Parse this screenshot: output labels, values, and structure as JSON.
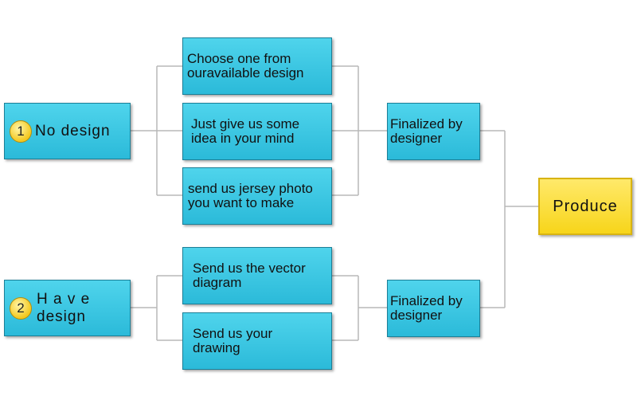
{
  "start_options": [
    {
      "number": "1",
      "label": "No design"
    },
    {
      "number": "2",
      "label": "H a v e design"
    }
  ],
  "design_options": [
    "Choose one from ouravailable design",
    "Just give us some idea in your mind",
    "send us jersey photo you want to make",
    "Send us the vector diagram",
    "Send us your drawing"
  ],
  "finalize_steps": [
    "Finalized by designer",
    "Finalized by designer"
  ],
  "final_step": "Produce",
  "colors": {
    "box": "#3ccbe6",
    "box_border": "#1b7f97",
    "produce": "#f9dc2f",
    "connector": "#b8b8b8"
  }
}
